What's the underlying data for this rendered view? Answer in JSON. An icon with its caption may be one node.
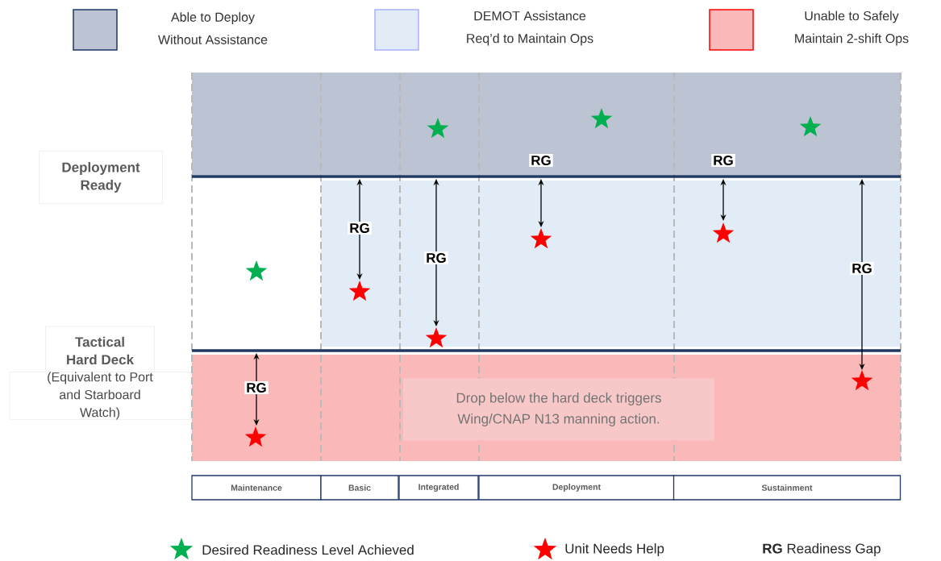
{
  "diagram": {
    "nodes": [
      {
        "text": [
          "Deployment Ready"
        ]
      },
      {
        "text": [
          "Tactical Hard Deck"
        ]
      },
      {
        "text": [
          "(Equivalent to Port and Starboard Watch)"
        ]
      },
      {
        "text": [
          "Maintenance"
        ]
      },
      {
        "text": [
          "Basic"
        ]
      },
      {
        "text": [
          "Integrated"
        ]
      },
      {
        "text": [
          "Deployment"
        ]
      },
      {
        "text": [
          "Sustainment"
        ]
      },
      {
        "text": [
          "Drop below the hard deck triggers Wing/CNAP N13 manning action."
        ]
      }
    ],
    "labels": [
      "RG",
      "RG",
      "RG",
      "RG",
      "RG",
      "RG"
    ],
    "legend": [
      {
        "text": "Able to Deploy Without Assistance",
        "color": "#bcc3d2"
      },
      {
        "text": "DEMOT Assistance Req’d to Maintain Ops",
        "color": "#e2ecf7"
      },
      {
        "text": "Unable to Safely Maintain 2-shift Ops",
        "color": "#fbb8b8"
      },
      {
        "text": "Desired Readiness Level Achieved"
      },
      {
        "text": "Unit Needs Help"
      },
      {
        "text": "**RG** Readiness Gap"
      }
    ]
  }
}
